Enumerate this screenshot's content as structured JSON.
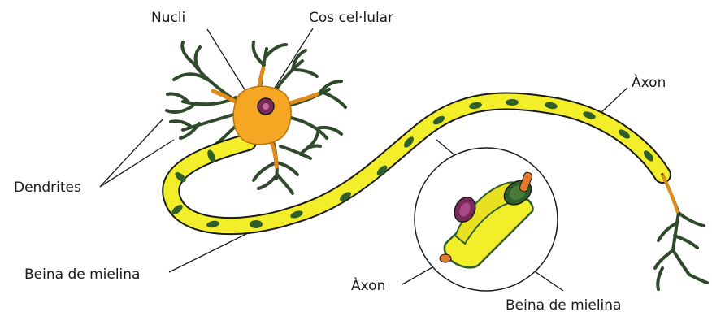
{
  "labels": {
    "nucleus": "Nucli",
    "cell_body": "Cos cel·lular",
    "axon_top": "Àxon",
    "dendrites": "Dendrites",
    "myelin_sheath_left": "Beina de mielina",
    "axon_inset": "Àxon",
    "myelin_sheath_inset": "Beina de mielina"
  },
  "colors": {
    "myelin": "#f2ee2a",
    "myelin_node": "#2e5e2a",
    "cell_body": "#f5a623",
    "dendrite": "#2e4a2a",
    "dendrite_base": "#e08a1a",
    "nucleus": "#7a2a5a",
    "axon_core": "#e07a2a",
    "outline": "#1a1a1a"
  }
}
